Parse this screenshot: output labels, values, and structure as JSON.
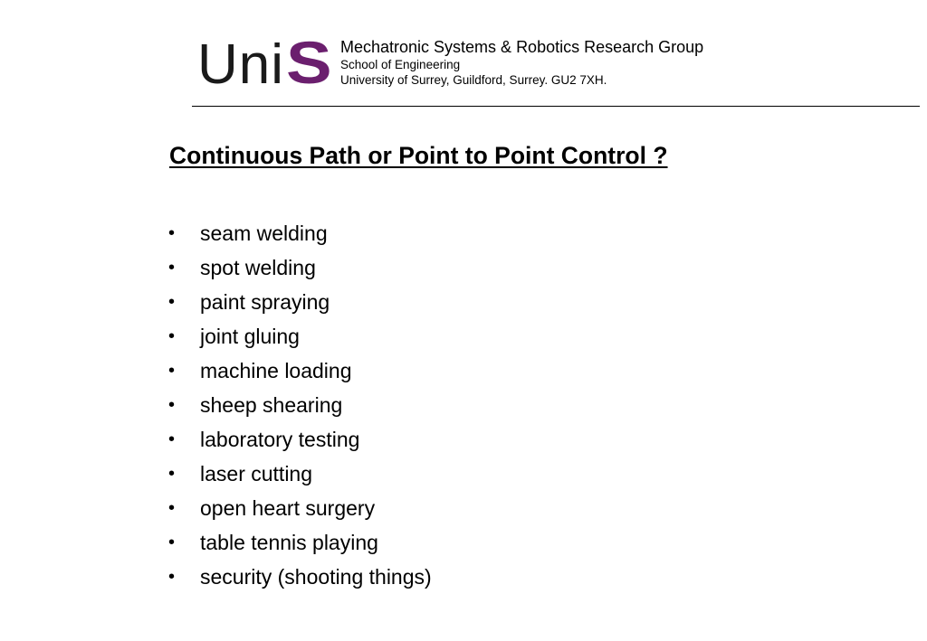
{
  "header": {
    "logo": {
      "part1": "Uni",
      "part2": "S",
      "brand_color": "#6b1f6e"
    },
    "group_name": "Mechatronic Systems & Robotics Research Group",
    "school": "School of Engineering",
    "address": "University of Surrey, Guildford, Surrey. GU2 7XH."
  },
  "slide": {
    "title": "Continuous Path or Point to Point Control ?",
    "bullet_glyph": "•",
    "items": [
      "seam welding",
      "spot welding",
      "paint spraying",
      "joint gluing",
      "machine loading",
      "sheep shearing",
      "laboratory testing",
      "laser cutting",
      "open heart surgery",
      "table tennis playing",
      "security (shooting things)"
    ]
  }
}
